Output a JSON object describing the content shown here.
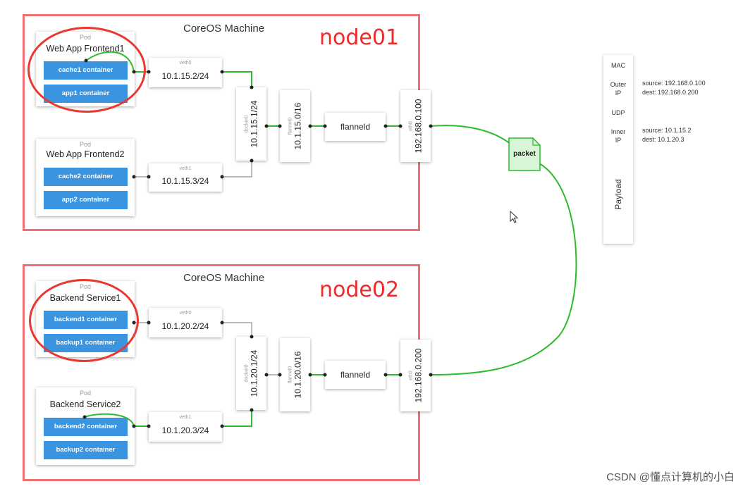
{
  "node01": {
    "machine_title": "CoreOS Machine",
    "label": "node01",
    "pod1": {
      "kind": "Pod",
      "name": "Web App Frontend1",
      "c1": "cache1 container",
      "c2": "app1 container"
    },
    "pod2": {
      "kind": "Pod",
      "name": "Web App Frontend2",
      "c1": "cache2 container",
      "c2": "app2 container"
    },
    "veth0": {
      "name": "veth0",
      "ip": "10.1.15.2/24"
    },
    "veth1": {
      "name": "veth1",
      "ip": "10.1.15.3/24"
    },
    "docker0": {
      "name": "docker0",
      "ip": "10.1.15.1/24"
    },
    "flannel0": {
      "name": "flannel0",
      "ip": "10.1.15.0/16"
    },
    "flanneld": "flanneld",
    "eth0": {
      "name": "eth0",
      "ip": "192.168.0.100"
    }
  },
  "node02": {
    "machine_title": "CoreOS Machine",
    "label": "node02",
    "pod1": {
      "kind": "Pod",
      "name": "Backend Service1",
      "c1": "backend1 container",
      "c2": "backup1 container"
    },
    "pod2": {
      "kind": "Pod",
      "name": "Backend Service2",
      "c1": "backend2 container",
      "c2": "backup2 container"
    },
    "veth0": {
      "name": "veth0",
      "ip": "10.1.20.2/24"
    },
    "veth1": {
      "name": "veth1",
      "ip": "10.1.20.3/24"
    },
    "docker0": {
      "name": "docker0",
      "ip": "10.1.20.1/24"
    },
    "flannel0": {
      "name": "flannel0",
      "ip": "10.1.20.0/16"
    },
    "flanneld": "flanneld",
    "eth0": {
      "name": "eth0",
      "ip": "192.168.0.200"
    }
  },
  "packet": "packet",
  "legend": {
    "mac": "MAC",
    "outer_ip_line1": "Outer",
    "outer_ip_line2": "IP",
    "udp": "UDP",
    "inner_ip_line1": "Inner",
    "inner_ip_line2": "IP",
    "payload": "Payload",
    "outer_source": "source: 192.168.0.100",
    "outer_dest": "dest: 192.168.0.200",
    "inner_source": "source: 10.1.15.2",
    "inner_dest": "dest: 10.1.20.3"
  },
  "watermark": "CSDN @懂点计算机的小白",
  "colors": {
    "machine_border": "#ef6f73",
    "node_label": "#ee2a2a",
    "container": "#3b94e0",
    "wire_green": "#2dbb2d",
    "highlight_circle": "#e8382f",
    "packet_fill": "#d8f5d8"
  }
}
